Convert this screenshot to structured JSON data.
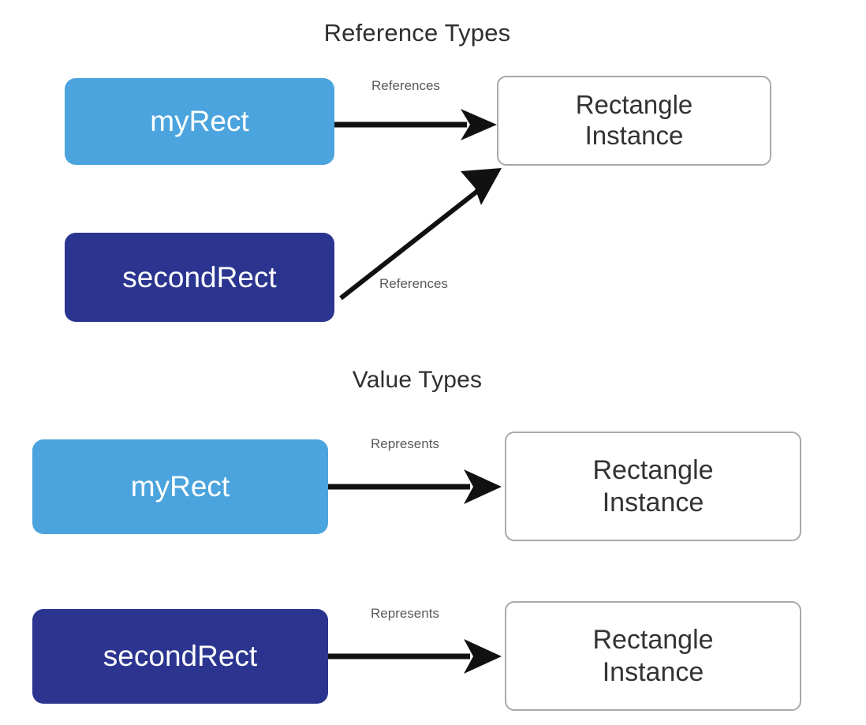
{
  "diagram": {
    "background_color": "#ffffff",
    "sections": [
      {
        "id": "reference-types",
        "title": "Reference Types",
        "variables": [
          {
            "label": "myRect",
            "color": "#4ba4dd",
            "style": "light"
          },
          {
            "label": "secondRect",
            "color": "#2b3590",
            "style": "dark"
          }
        ],
        "edges": [
          {
            "label": "References",
            "from": "myRect",
            "to": "Rectangle Instance",
            "kind": "straight-arrow"
          },
          {
            "label": "References",
            "from": "secondRect",
            "to": "Rectangle Instance",
            "kind": "diagonal-arrow"
          }
        ],
        "instances": [
          {
            "line1": "Rectangle",
            "line2": "Instance"
          }
        ]
      },
      {
        "id": "value-types",
        "title": "Value Types",
        "variables": [
          {
            "label": "myRect",
            "color": "#4ba4dd",
            "style": "light"
          },
          {
            "label": "secondRect",
            "color": "#2b3590",
            "style": "dark"
          }
        ],
        "edges": [
          {
            "label": "Represents",
            "from": "myRect",
            "to": "Rectangle Instance",
            "kind": "straight-arrow"
          },
          {
            "label": "Represents",
            "from": "secondRect",
            "to": "Rectangle Instance",
            "kind": "straight-arrow"
          }
        ],
        "instances": [
          {
            "line1": "Rectangle",
            "line2": "Instance"
          },
          {
            "line1": "Rectangle",
            "line2": "Instance"
          }
        ]
      }
    ],
    "colors": {
      "light_blue": "#4ba4dd",
      "navy": "#2b3590",
      "instance_border": "#a9a9a9",
      "arrow": "#111111",
      "title_text": "#2f2f2f",
      "edge_label_text": "#5a5a5a"
    }
  }
}
